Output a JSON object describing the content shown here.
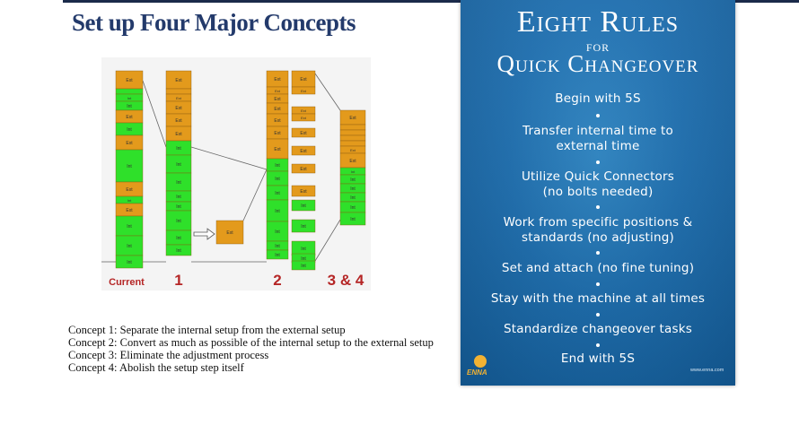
{
  "left_panel": {
    "title": "Set up Four Major Concepts",
    "block_ext": "Ext",
    "block_int": "Int",
    "labels": [
      "Current",
      "1",
      "2",
      "3 & 4"
    ],
    "concepts": [
      "Concept 1: Separate the internal setup from the external setup",
      "Concept 2: Convert as much as possible of the internal setup to the external setup",
      "Concept 3: Eliminate the adjustment process",
      "Concept 4: Abolish the setup step itself"
    ]
  },
  "poster": {
    "title_line1": "Eight Rules",
    "title_line2": "for",
    "title_line3": "Quick Changeover",
    "rules": [
      "Begin with 5S",
      "Transfer internal time to\nexternal time",
      "Utilize Quick Connectors\n(no bolts needed)",
      "Work from specific positions &\nstandards (no adjusting)",
      "Set and attach (no fine tuning)",
      "Stay with the machine at all times",
      "Standardize changeover tasks",
      "End with 5S"
    ],
    "logo_text": "ENNA",
    "website": "www.enna.com"
  },
  "colors": {
    "ext": "#e39a1c",
    "int": "#2fe02a",
    "title": "#233a6b",
    "label": "#b52626",
    "poster_bg": "#1d6eaf"
  }
}
